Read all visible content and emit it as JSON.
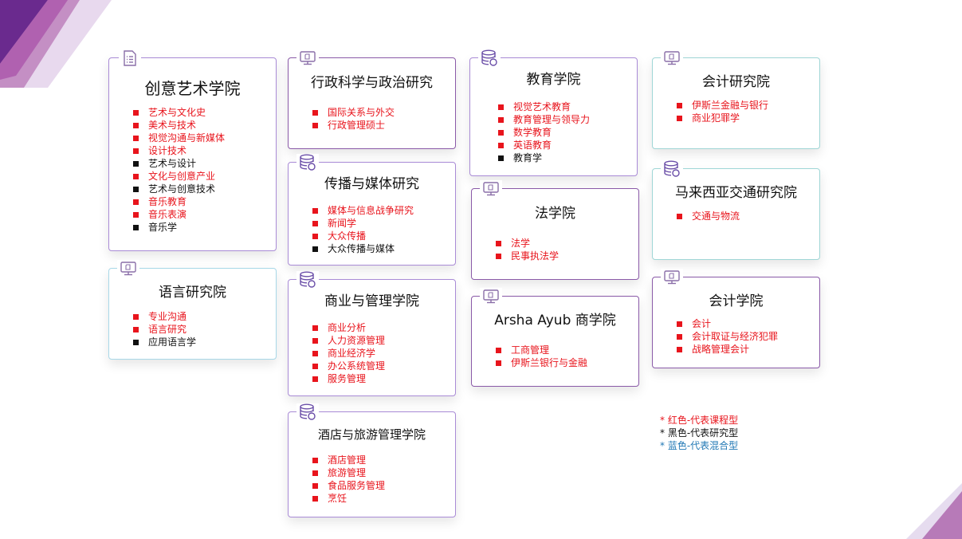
{
  "colors": {
    "course": "#e8141c",
    "research": "#111111",
    "mixed": "#1f77b4",
    "accent": "#7b2d8e"
  },
  "faculties": [
    {
      "title": "创意艺术学院",
      "icon": "document-list-icon",
      "items": [
        {
          "label": "艺术与文化史",
          "type": "course"
        },
        {
          "label": "美术与技术",
          "type": "course"
        },
        {
          "label": "视觉沟通与新媒体",
          "type": "course"
        },
        {
          "label": "设计技术",
          "type": "course"
        },
        {
          "label": "艺术与设计",
          "type": "research"
        },
        {
          "label": "文化与创意产业",
          "type": "course"
        },
        {
          "label": "艺术与创意技术",
          "type": "research"
        },
        {
          "label": "音乐教育",
          "type": "course"
        },
        {
          "label": "音乐表演",
          "type": "course"
        },
        {
          "label": "音乐学",
          "type": "research"
        }
      ]
    },
    {
      "title": "语言研究院",
      "icon": "monitor-icon",
      "items": [
        {
          "label": "专业沟通",
          "type": "course"
        },
        {
          "label": "语言研究",
          "type": "course"
        },
        {
          "label": "应用语言学",
          "type": "research"
        }
      ]
    },
    {
      "title": "行政科学与政治研究",
      "icon": "monitor-icon",
      "items": [
        {
          "label": "国际关系与外交",
          "type": "course"
        },
        {
          "label": "行政管理硕士",
          "type": "course"
        }
      ]
    },
    {
      "title": "传播与媒体研究",
      "icon": "database-icon",
      "items": [
        {
          "label": "媒体与信息战争研究",
          "type": "course"
        },
        {
          "label": "新闻学",
          "type": "course"
        },
        {
          "label": "大众传播",
          "type": "course"
        },
        {
          "label": "大众传播与媒体",
          "type": "research"
        }
      ]
    },
    {
      "title": "商业与管理学院",
      "icon": "database-icon",
      "items": [
        {
          "label": "商业分析",
          "type": "course"
        },
        {
          "label": "人力资源管理",
          "type": "course"
        },
        {
          "label": "商业经济学",
          "type": "course"
        },
        {
          "label": "办公系统管理",
          "type": "course"
        },
        {
          "label": "服务管理",
          "type": "course"
        }
      ]
    },
    {
      "title": "酒店与旅游管理学院",
      "icon": "database-icon",
      "items": [
        {
          "label": "酒店管理",
          "type": "course"
        },
        {
          "label": "旅游管理",
          "type": "course"
        },
        {
          "label": "食品服务管理",
          "type": "course"
        },
        {
          "label": "烹饪",
          "type": "course"
        }
      ]
    },
    {
      "title": "教育学院",
      "icon": "database-icon",
      "items": [
        {
          "label": "视觉艺术教育",
          "type": "course"
        },
        {
          "label": "教育管理与领导力",
          "type": "course"
        },
        {
          "label": "数学教育",
          "type": "course"
        },
        {
          "label": "英语教育",
          "type": "course"
        },
        {
          "label": "教育学",
          "type": "research"
        }
      ]
    },
    {
      "title": "法学院",
      "icon": "monitor-icon",
      "items": [
        {
          "label": "法学",
          "type": "course"
        },
        {
          "label": "民事执法学",
          "type": "course"
        }
      ]
    },
    {
      "title": "Arsha Ayub 商学院",
      "icon": "monitor-icon",
      "items": [
        {
          "label": "工商管理",
          "type": "course"
        },
        {
          "label": "伊斯兰银行与金融",
          "type": "course"
        }
      ]
    },
    {
      "title": "会计研究院",
      "icon": "monitor-icon",
      "items": [
        {
          "label": "伊斯兰金融与银行",
          "type": "course"
        },
        {
          "label": "商业犯罪学",
          "type": "course"
        }
      ]
    },
    {
      "title": "马来西亚交通研究院",
      "icon": "database-icon",
      "items": [
        {
          "label": "交通与物流",
          "type": "course"
        }
      ]
    },
    {
      "title": "会计学院",
      "icon": "monitor-icon",
      "items": [
        {
          "label": "会计",
          "type": "course"
        },
        {
          "label": "会计取证与经济犯罪",
          "type": "course"
        },
        {
          "label": "战略管理会计",
          "type": "course"
        }
      ]
    }
  ],
  "legend": {
    "course": "* 红色-代表课程型",
    "research": "* 黑色-代表研究型",
    "mixed": "* 蓝色-代表混合型"
  }
}
